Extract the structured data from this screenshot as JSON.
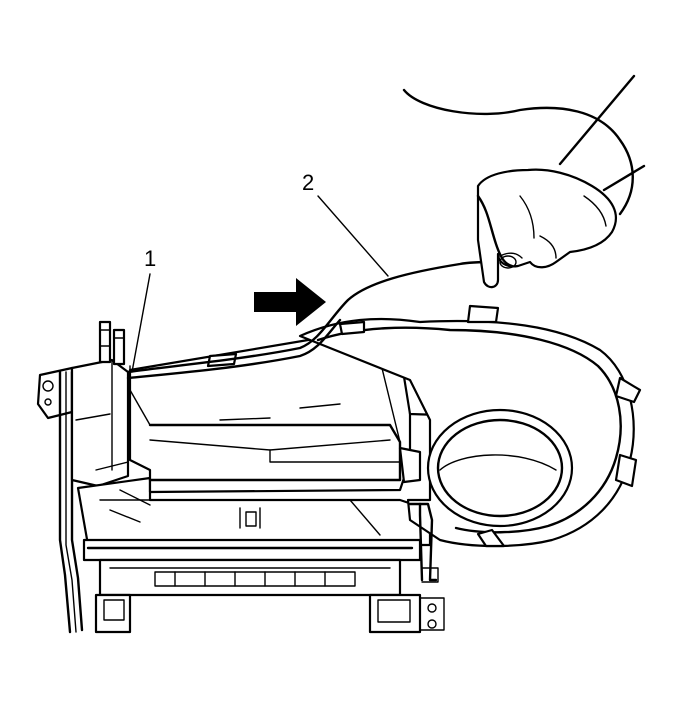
{
  "diagram": {
    "callouts": [
      {
        "id": "1",
        "label": "1"
      },
      {
        "id": "2",
        "label": "2"
      }
    ],
    "arrow_icon": "right-arrow-icon",
    "line_color": "#000000",
    "background": "#ffffff"
  }
}
